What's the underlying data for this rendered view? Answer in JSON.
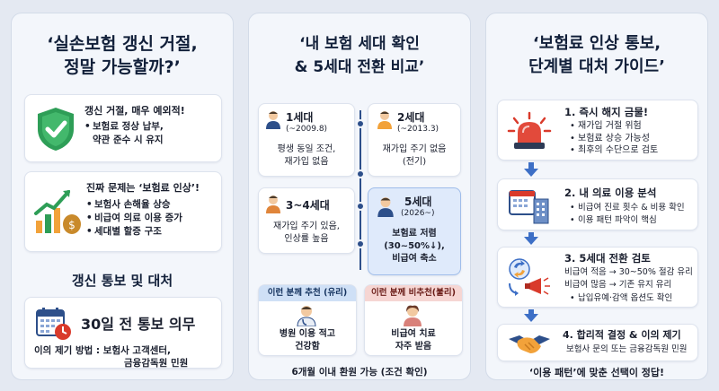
{
  "panel1": {
    "title_line1": "‘실손보험 갱신 거절,",
    "title_line2": "정말 가능할까?’",
    "card1": {
      "heading": "갱신 거절, 매우 예외적!",
      "bullet1_line1": "보험료 정상 납부,",
      "bullet1_line2": "약관 준수 시 유지"
    },
    "card2": {
      "heading": "진짜 문제는 ‘보험료 인상’!",
      "bullets": [
        "보험사 손해율 상승",
        "비급여 의료 이용 증가",
        "세대별 할증 구조"
      ]
    },
    "section_title": "갱신 통보 및 대처",
    "card3": {
      "heading": "30일 전 통보 의무",
      "line1": "이의 제기 방법 : 보험사 고객센터,",
      "line2": "금융감독원 민원"
    }
  },
  "panel2": {
    "title_line1": "‘내 보험 세대 확인",
    "title_line2": "& 5세대 전환 비교’",
    "gen1": {
      "name": "1세대",
      "period": "(~2009.8)",
      "desc_line1": "평생 동일 조건,",
      "desc_line2": "재가입 없음"
    },
    "gen2": {
      "name": "2세대",
      "period": "(~2013.3)",
      "desc_line1": "재가입 주기 없음",
      "desc_line2": "(전기)"
    },
    "gen34": {
      "name": "3~4세대",
      "desc_line1": "재가입 주기 있음,",
      "desc_line2": "인상률 높음"
    },
    "gen5": {
      "name": "5세대",
      "period": "(2026~)",
      "desc_line1": "보험료 저렴",
      "desc_line2": "(30~50%↓),",
      "desc_line3": "비급여 축소"
    },
    "recommend": {
      "label": "이런 분께 추천 (유리)",
      "line1": "병원 이용 적고",
      "line2": "건강함"
    },
    "not_recommend": {
      "label": "이런 분께 비추천(불리)",
      "line1": "비급여 치료",
      "line2": "자주 받음"
    },
    "footer": "6개월 이내 환원 가능 (조건 확인)"
  },
  "panel3": {
    "title_line1": "‘보험료 인상 통보,",
    "title_line2": "단계별 대처 가이드’",
    "step1": {
      "heading": "1. 즉시 해지 금물!",
      "bullets": [
        "재가입 거절 위험",
        "보험료 상승 가능성",
        "최후의 수단으로 검토"
      ]
    },
    "step2": {
      "heading": "2. 내 의료 이용 분석",
      "bullets": [
        "비급여 진료 횟수 & 비용 확인",
        "이용 패턴 파악이 핵심"
      ]
    },
    "step3": {
      "heading": "3. 5세대 전환 검토",
      "line1": "비급여 적음 → 30~50% 절감 유리",
      "line2": "비급여 많음 → 기존 유지 유리",
      "bullet": "납입유예·감액 옵션도 확인"
    },
    "step4": {
      "heading": "4. 합리적 결정 & 이의 제기",
      "line1": "보험사 문의 또는 금융감독원 민원"
    },
    "footer": "‘이용 패턴’에 맞춘 선택이 정답!"
  },
  "colors": {
    "navy": "#12203a",
    "blue": "#3d6fc6",
    "green": "#2e9e57",
    "red": "#d93a2b",
    "orange": "#f2a23a"
  }
}
